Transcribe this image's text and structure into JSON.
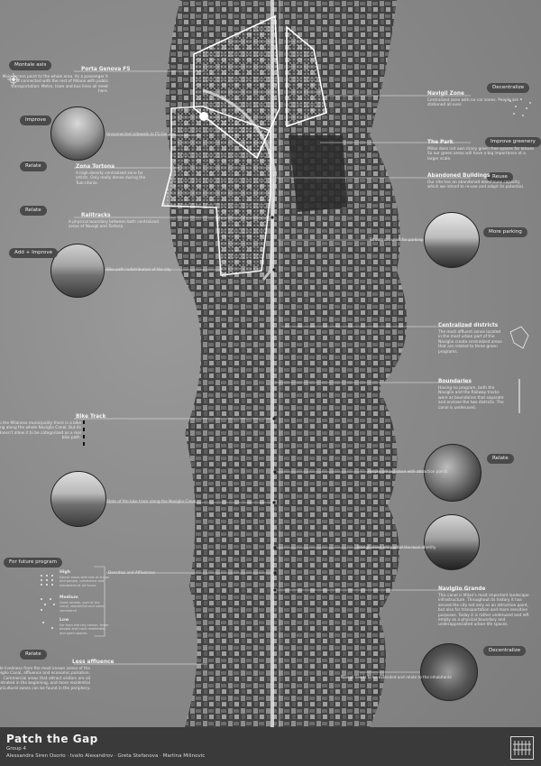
{
  "labels": {
    "montale_axis": "Montale axis",
    "improve": "Improve",
    "relate_1": "Relate",
    "relate_2": "Relate",
    "add_improve": "Add + Improve",
    "for_future_program": "For future program",
    "relate_3": "Relate",
    "decentralize_1": "Decentralize",
    "improve_greenery": "Improve greenery",
    "reuse": "Reuse",
    "more_parking": "More parking",
    "relate_4": "Relate",
    "decentralize_2": "Decentralize"
  },
  "annotations": {
    "porta_genova": {
      "title": "Porta Genova FS",
      "desc": "Main access point to the whole area. As a passenger it is connected with the rest of Milano with public transportation: Metro, tram and bus lines all meet here."
    },
    "zona_tortona": {
      "title": "Zona Tortona",
      "desc": "A high density centralized zone for artists. Only really dense during the Tuor.ntonia"
    },
    "railtracks": {
      "title": "Railtracks",
      "desc": "A physical boundary between both centralized areas of Navigli and Tortona."
    },
    "bike_track": {
      "title": "Bike Track",
      "desc": "According to the Milanese municipality there is a bike track running along the whole Naviglio Canal. But its conditions doesn't allow it to be categorized as a real bike path."
    },
    "less_affluence": {
      "title": "Less affluence",
      "desc": "No notable liveliness from the most known zones of the Naviglio Canal, affluence and economic pulsation. Commercial areas that attract visitors are all concentrated in the beginning, and more residential and agricultural zones can be found in the periphery."
    },
    "navigli_zone": {
      "title": "Navigli Zone",
      "desc": "Centralized zone with no-car zones. People are stationed all over."
    },
    "the_park": {
      "title": "The Park",
      "desc": "Milan does not own many green free spaces for leisure. So our green areas will have a big importance at a larger scale."
    },
    "abandoned_buildings": {
      "title": "Abandoned Buildings",
      "desc": "Our site has an abandoned warehouse capacity which we intend to re-use and adapt its potential."
    },
    "centralized_districts": {
      "title": "Centralized districts",
      "desc": "The most affluent zones located in the most urban part of the Naviglio create centralized areas that are related to three green programs."
    },
    "boundaries": {
      "title": "Boundaries",
      "desc": "Having no program, both the Naviglio and the Railway tracks were as boundaries that separate and enclose the two districts. The canal is underused."
    },
    "naviglio_grande": {
      "title": "Naviglio Grande",
      "desc": "This canal is Milan's most important landscape infrastructure. Throughout its history it has served the city not only as an attraction point, but also for transportation and more sensitive purposes. Today it is rather underused and left empty as a physical boundary and underappreciated urban-life spaces."
    }
  },
  "captions": {
    "unconnected": "Unconnected sidewalk to FS Genova",
    "bike_path": "Bike path redistribution of the city",
    "parking": "Streets are used for parking",
    "bike_track": "State of the bike track along the Naviglio Canal",
    "people_relate": "People are put close with attraction points",
    "navigli_views": "Navigli views are part of the local identity",
    "navigli_people": "Navigli needs to be extended and relate to the inhabitants"
  },
  "density": {
    "section_caption": "Densities and Affluences",
    "high": {
      "label": "High",
      "desc": "Dense areas with lots of shops and people, commerce and residential at all hours."
    },
    "medium": {
      "label": "Medium",
      "desc": "Quiet streets, part of the canal, residential and some commerce."
    },
    "low": {
      "label": "Low",
      "desc": "Far from the city center, fewer people and more residential and open spaces."
    }
  },
  "footer": {
    "title": "Patch the Gap",
    "group": "Group 4",
    "authors": "Alessandra Siren Osorio · Ivailo Alexandrov · Greta Stefanova · Martina Milinovic"
  },
  "colors": {
    "ground": "#8e8e8e",
    "label_pill": "#4a4a4a",
    "line": "#f2f2f2",
    "footer": "#3a3a3a"
  }
}
